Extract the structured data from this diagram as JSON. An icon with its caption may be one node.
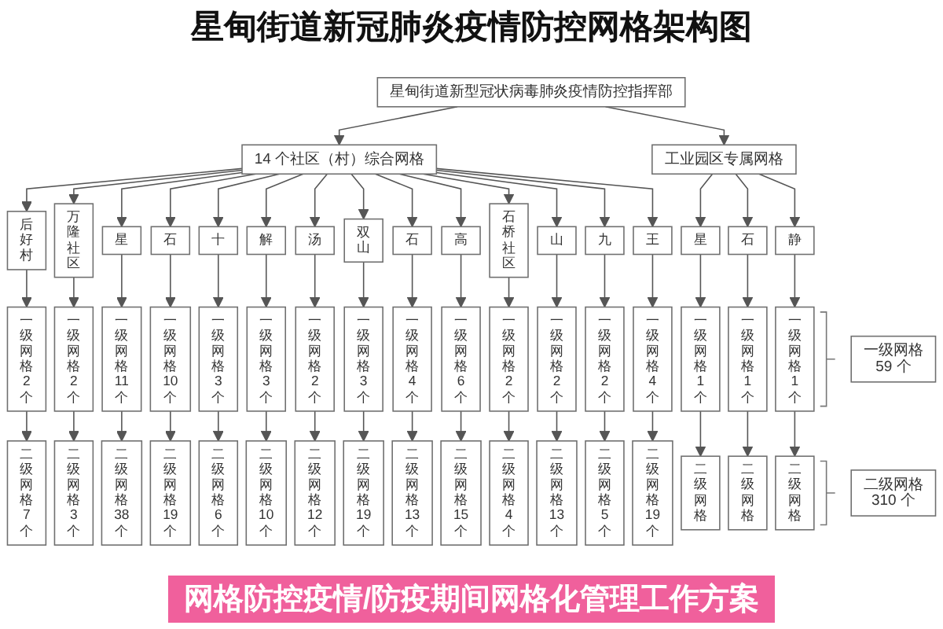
{
  "diagram": {
    "title": "星甸街道新冠肺炎疫情防控网格架构图",
    "nodes": [
      {
        "text": [
          "星甸街道新型冠状病毒肺炎疫情防控指挥部"
        ]
      },
      {
        "text": [
          "14 个社区（村）综合网格"
        ]
      },
      {
        "text": [
          "工业园区专属网格"
        ]
      },
      {
        "text": [
          "后好村"
        ]
      },
      {
        "text": [
          "万隆社区"
        ]
      },
      {
        "text": [
          "星"
        ]
      },
      {
        "text": [
          "石"
        ]
      },
      {
        "text": [
          "十"
        ]
      },
      {
        "text": [
          "解"
        ]
      },
      {
        "text": [
          "汤"
        ]
      },
      {
        "text": [
          "双山"
        ]
      },
      {
        "text": [
          "石"
        ]
      },
      {
        "text": [
          "高"
        ]
      },
      {
        "text": [
          "石桥社区"
        ]
      },
      {
        "text": [
          "山"
        ]
      },
      {
        "text": [
          "九"
        ]
      },
      {
        "text": [
          "王"
        ]
      },
      {
        "text": [
          "星"
        ]
      },
      {
        "text": [
          "石"
        ]
      },
      {
        "text": [
          "静"
        ]
      },
      {
        "text": [
          "一级网格",
          "2 个"
        ]
      },
      {
        "text": [
          "一级网格",
          "2 个"
        ]
      },
      {
        "text": [
          "一级网格",
          "11 个"
        ]
      },
      {
        "text": [
          "一级网格",
          "10 个"
        ]
      },
      {
        "text": [
          "一级网格",
          "3 个"
        ]
      },
      {
        "text": [
          "一级网格",
          "3 个"
        ]
      },
      {
        "text": [
          "一级网格",
          "2 个"
        ]
      },
      {
        "text": [
          "一级网格",
          "3 个"
        ]
      },
      {
        "text": [
          "一级网格",
          "4 个"
        ]
      },
      {
        "text": [
          "一级网格",
          "6 个"
        ]
      },
      {
        "text": [
          "一级网格",
          "2 个"
        ]
      },
      {
        "text": [
          "一级网格",
          "2 个"
        ]
      },
      {
        "text": [
          "一级网格",
          "2 个"
        ]
      },
      {
        "text": [
          "一级网格",
          "4 个"
        ]
      },
      {
        "text": [
          "一级网格",
          "1 个"
        ]
      },
      {
        "text": [
          "一级网格",
          "1 个"
        ]
      },
      {
        "text": [
          "一级网格",
          "1 个"
        ]
      },
      {
        "text": [
          "一级网格",
          "59 个"
        ]
      },
      {
        "text": [
          "二级网格",
          "7 个"
        ]
      },
      {
        "text": [
          "二级网格",
          "3 个"
        ]
      },
      {
        "text": [
          "二级网格",
          "38 个"
        ]
      },
      {
        "text": [
          "二级网格",
          "19 个"
        ]
      },
      {
        "text": [
          "二级网格",
          "6 个"
        ]
      },
      {
        "text": [
          "二级网格",
          "10 个"
        ]
      },
      {
        "text": [
          "二级网格",
          "12 个"
        ]
      },
      {
        "text": [
          "二级网格",
          "19 个"
        ]
      },
      {
        "text": [
          "二级网格",
          "13 个"
        ]
      },
      {
        "text": [
          "二级网格",
          "15 个"
        ]
      },
      {
        "text": [
          "二级网格",
          "4 个"
        ]
      },
      {
        "text": [
          "二级网格",
          "13 个"
        ]
      },
      {
        "text": [
          "二级网格",
          "5 个"
        ]
      },
      {
        "text": [
          "二级网格",
          "19 个"
        ]
      },
      {
        "text": [
          "二级网格"
        ]
      },
      {
        "text": [
          "二级网格"
        ]
      },
      {
        "text": [
          "二级网格"
        ]
      },
      {
        "text": [
          "二级网格",
          "310 个"
        ]
      }
    ],
    "edges": [
      {
        "from": 0,
        "to": 1,
        "arrow": "to"
      },
      {
        "from": 0,
        "to": 2,
        "arrow": "to"
      },
      {
        "from": 1,
        "to": 3,
        "arrow": "to"
      },
      {
        "from": 1,
        "to": 4,
        "arrow": "to"
      },
      {
        "from": 1,
        "to": 5,
        "arrow": "to"
      },
      {
        "from": 1,
        "to": 6,
        "arrow": "to"
      },
      {
        "from": 1,
        "to": 7,
        "arrow": "to"
      },
      {
        "from": 1,
        "to": 8,
        "arrow": "to"
      },
      {
        "from": 1,
        "to": 9,
        "arrow": "to"
      },
      {
        "from": 1,
        "to": 10,
        "arrow": "to"
      },
      {
        "from": 1,
        "to": 11,
        "arrow": "to"
      },
      {
        "from": 1,
        "to": 12,
        "arrow": "to"
      },
      {
        "from": 1,
        "to": 13,
        "arrow": "to"
      },
      {
        "from": 1,
        "to": 14,
        "arrow": "to"
      },
      {
        "from": 1,
        "to": 15,
        "arrow": "to"
      },
      {
        "from": 1,
        "to": 16,
        "arrow": "to"
      },
      {
        "from": 2,
        "to": 17,
        "arrow": "to"
      },
      {
        "from": 2,
        "to": 18,
        "arrow": "to"
      },
      {
        "from": 2,
        "to": 19,
        "arrow": "to"
      },
      {
        "from": 3,
        "to": 20,
        "arrow": "to"
      },
      {
        "from": 4,
        "to": 21,
        "arrow": "to"
      },
      {
        "from": 5,
        "to": 22,
        "arrow": "to"
      },
      {
        "from": 6,
        "to": 23,
        "arrow": "to"
      },
      {
        "from": 7,
        "to": 24,
        "arrow": "to"
      },
      {
        "from": 8,
        "to": 25,
        "arrow": "to"
      },
      {
        "from": 9,
        "to": 26,
        "arrow": "to"
      },
      {
        "from": 10,
        "to": 27,
        "arrow": "to"
      },
      {
        "from": 11,
        "to": 28,
        "arrow": "to"
      },
      {
        "from": 12,
        "to": 29,
        "arrow": "to"
      },
      {
        "from": 13,
        "to": 30,
        "arrow": "to"
      },
      {
        "from": 14,
        "to": 31,
        "arrow": "to"
      },
      {
        "from": 15,
        "to": 32,
        "arrow": "to"
      },
      {
        "from": 16,
        "to": 33,
        "arrow": "to"
      },
      {
        "from": 17,
        "to": 34,
        "arrow": "to"
      },
      {
        "from": 18,
        "to": 35,
        "arrow": "to"
      },
      {
        "from": 19,
        "to": 36,
        "arrow": "to"
      },
      {
        "from": 20,
        "to": 38,
        "arrow": "to"
      },
      {
        "from": 21,
        "to": 39,
        "arrow": "to"
      },
      {
        "from": 22,
        "to": 40,
        "arrow": "to"
      },
      {
        "from": 23,
        "to": 41,
        "arrow": "to"
      },
      {
        "from": 24,
        "to": 42,
        "arrow": "to"
      },
      {
        "from": 25,
        "to": 43,
        "arrow": "to"
      },
      {
        "from": 26,
        "to": 44,
        "arrow": "to"
      },
      {
        "from": 27,
        "to": 45,
        "arrow": "to"
      },
      {
        "from": 28,
        "to": 46,
        "arrow": "to"
      },
      {
        "from": 29,
        "to": 47,
        "arrow": "to"
      },
      {
        "from": 30,
        "to": 48,
        "arrow": "to"
      },
      {
        "from": 31,
        "to": 49,
        "arrow": "to"
      },
      {
        "from": 32,
        "to": 50,
        "arrow": "to"
      },
      {
        "from": 33,
        "to": 51,
        "arrow": "to"
      },
      {
        "from": 34,
        "to": 52,
        "arrow": "to"
      },
      {
        "from": 35,
        "to": 53,
        "arrow": "to"
      },
      {
        "from": 36,
        "to": 54,
        "arrow": "to"
      }
    ],
    "labels": [
      "网格防控疫情/防疫期间网格化管理工作方案"
    ]
  }
}
